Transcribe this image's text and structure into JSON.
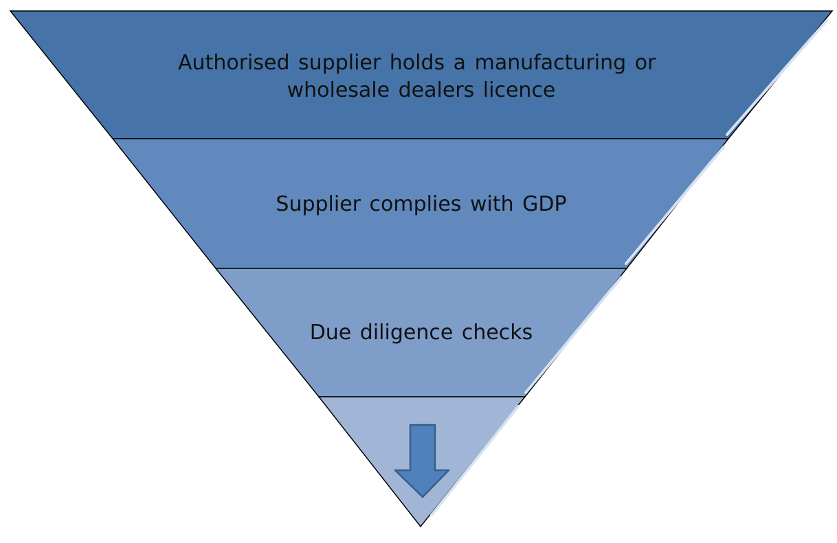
{
  "diagram": {
    "tiers": [
      {
        "lines": [
          "Authorised supplier holds a manufacturing or",
          "wholesale dealers licence"
        ],
        "fill": "#4674A8"
      },
      {
        "lines": [
          "Supplier complies with GDP"
        ],
        "fill": "#6189BE"
      },
      {
        "lines": [
          "Due diligence checks"
        ],
        "fill": "#7E9DC9"
      },
      {
        "lines": [],
        "fill": "#A1B6D7"
      }
    ],
    "arrow": {
      "icon": "down-arrow-icon",
      "fill": "#4F81BD",
      "stroke": "#385D8A"
    }
  }
}
